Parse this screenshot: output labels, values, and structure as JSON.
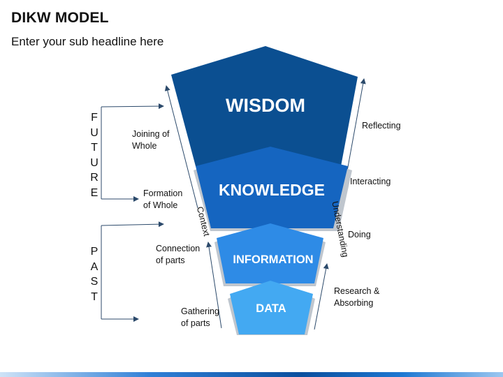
{
  "header": {
    "title": "DIKW MODEL",
    "subtitle": "Enter your sub headline here"
  },
  "pyramid": {
    "levels": [
      {
        "label": "WISDOM",
        "color": "#0b4f91"
      },
      {
        "label": "KNOWLEDGE",
        "color": "#1565c0"
      },
      {
        "label": "INFORMATION",
        "color": "#2e8be6"
      },
      {
        "label": "DATA",
        "color": "#43a9f2"
      }
    ]
  },
  "axes": {
    "left": "Context",
    "right": "Understanding"
  },
  "timeline": {
    "future": [
      "F",
      "U",
      "T",
      "U",
      "R",
      "E"
    ],
    "past": [
      "P",
      "A",
      "S",
      "T"
    ]
  },
  "left_labels": {
    "joining": [
      "Joining of",
      "Whole"
    ],
    "formation": [
      "Formation",
      "of Whole"
    ],
    "connection": [
      "Connection",
      "of parts"
    ],
    "gathering": [
      "Gathering",
      "of parts"
    ]
  },
  "right_labels": {
    "reflecting": "Reflecting",
    "interacting": "Interacting",
    "doing": "Doing",
    "research": [
      "Research &",
      "Absorbing"
    ]
  }
}
